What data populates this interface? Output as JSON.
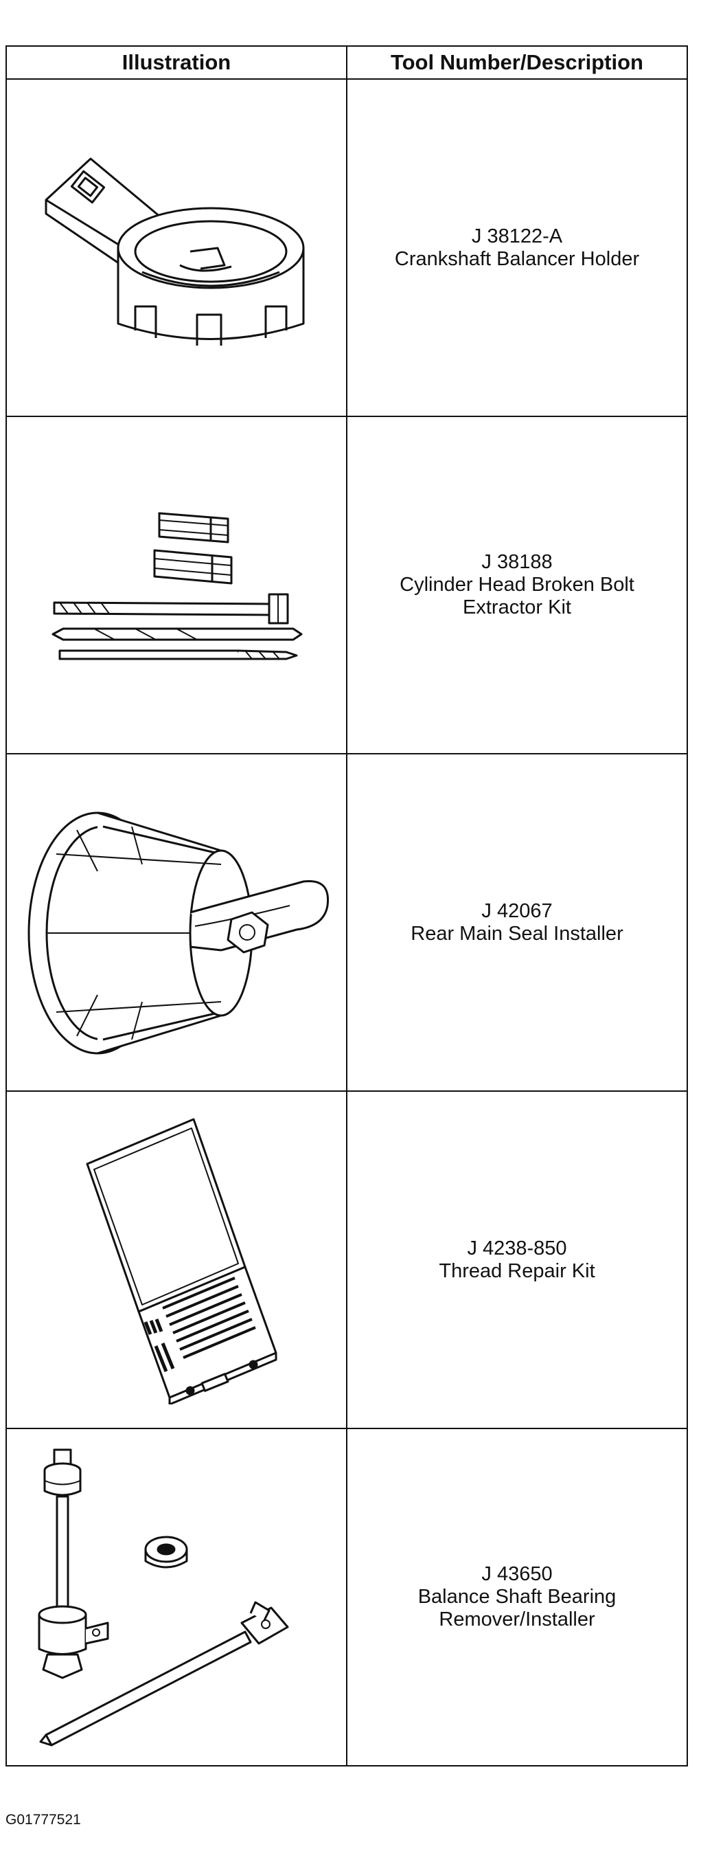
{
  "table": {
    "headers": [
      "Illustration",
      "Tool Number/Description"
    ],
    "rows": [
      {
        "number": "J 38122-A",
        "desc_lines": [
          "Crankshaft Balancer Holder"
        ]
      },
      {
        "number": "J 38188",
        "desc_lines": [
          "Cylinder Head Broken Bolt",
          "Extractor Kit"
        ]
      },
      {
        "number": "J 42067",
        "desc_lines": [
          "Rear Main Seal Installer"
        ]
      },
      {
        "number": "J 4238-850",
        "desc_lines": [
          "Thread Repair Kit"
        ]
      },
      {
        "number": "J 43650",
        "desc_lines": [
          "Balance Shaft Bearing",
          "Remover/Installer"
        ]
      }
    ]
  },
  "figure_code": "G01777521"
}
